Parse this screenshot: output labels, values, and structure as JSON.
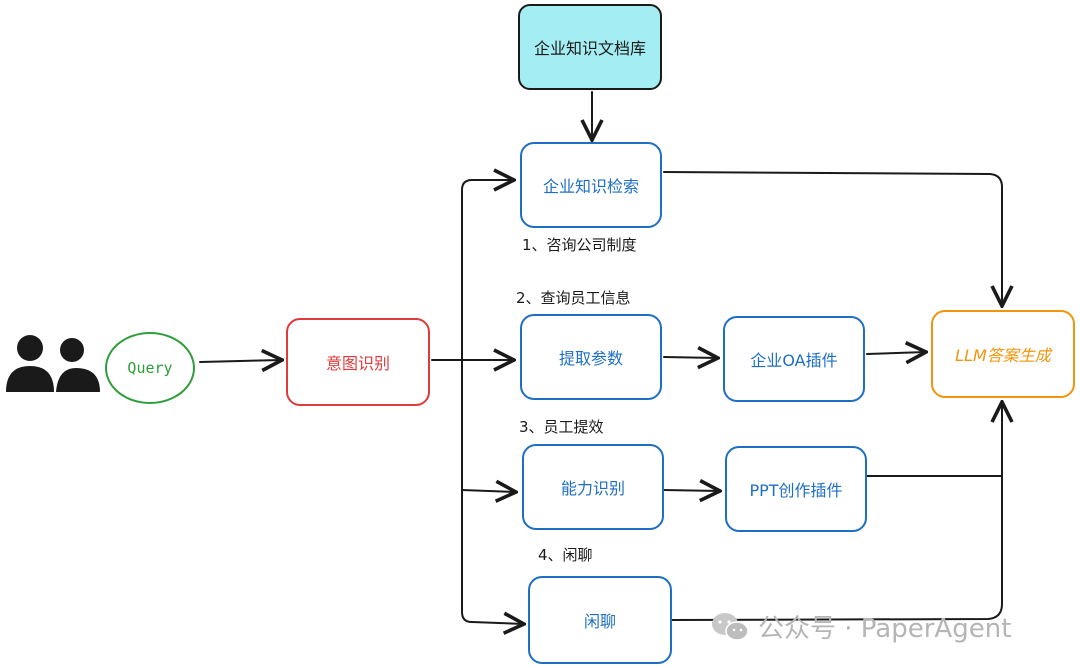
{
  "nodes": {
    "knowledge_base": "企业知识文档库",
    "knowledge_search": "企业知识检索",
    "query": "Query",
    "intent": "意图识别",
    "extract_params": "提取参数",
    "oa_plugin": "企业OA插件",
    "ability_recog": "能力识别",
    "ppt_plugin": "PPT创作插件",
    "chitchat": "闲聊",
    "llm_answer": "LLM答案生成"
  },
  "branch_labels": {
    "b1": "1、咨询公司制度",
    "b2": "2、查询员工信息",
    "b3": "3、员工提效",
    "b4": "4、闲聊"
  },
  "watermark": {
    "text": "公众号 · PaperAgent"
  },
  "colors": {
    "blue": "#1e6fc4",
    "red": "#e03b3b",
    "green": "#2f9d3b",
    "orange": "#f2940c",
    "cyan_fill": "#a4eef3",
    "line": "#1a1a1a"
  }
}
